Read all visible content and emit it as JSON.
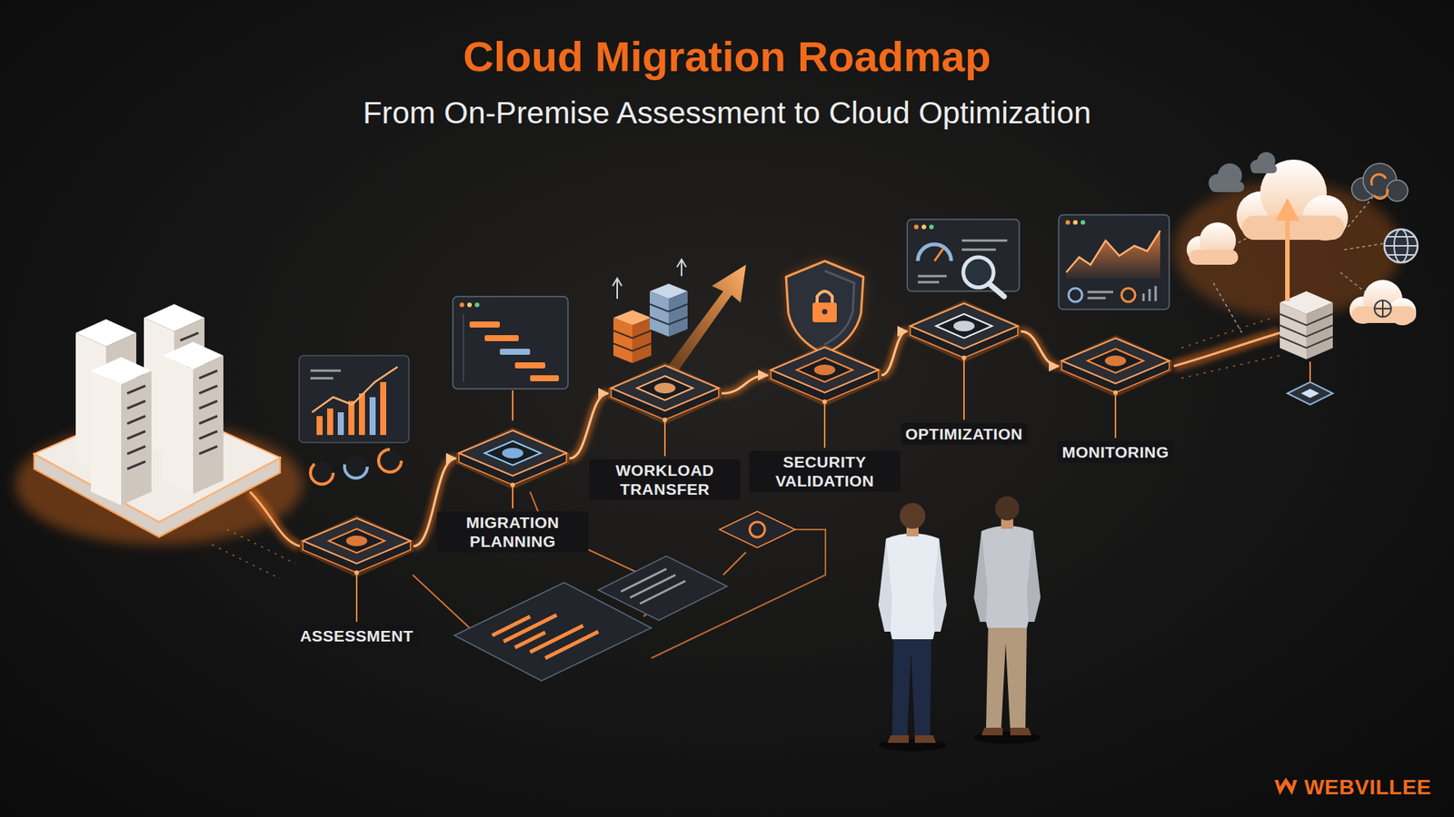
{
  "diagram": {
    "title": "Cloud Migration Roadmap",
    "caption": "From On-Premise Assessment to Cloud Optimization",
    "nodes": [
      {
        "text": [
          "ASSESSMENT"
        ]
      },
      {
        "text": [
          "MIGRATION PLANNING"
        ]
      },
      {
        "text": [
          "WORKLOAD TRANSFER"
        ]
      },
      {
        "text": [
          "SECURITY VALIDATION"
        ]
      },
      {
        "text": [
          "OPTIMIZATION"
        ]
      },
      {
        "text": [
          "MONITORING"
        ]
      }
    ],
    "edges": [
      {
        "from": 0,
        "to": 1,
        "arrow": "to"
      },
      {
        "from": 1,
        "to": 2,
        "arrow": "to"
      },
      {
        "from": 2,
        "to": 3,
        "arrow": "to"
      },
      {
        "from": 3,
        "to": 4,
        "arrow": "to"
      },
      {
        "from": 4,
        "to": 5,
        "arrow": "to"
      }
    ],
    "labels": [
      "WEBVILLEE"
    ]
  }
}
